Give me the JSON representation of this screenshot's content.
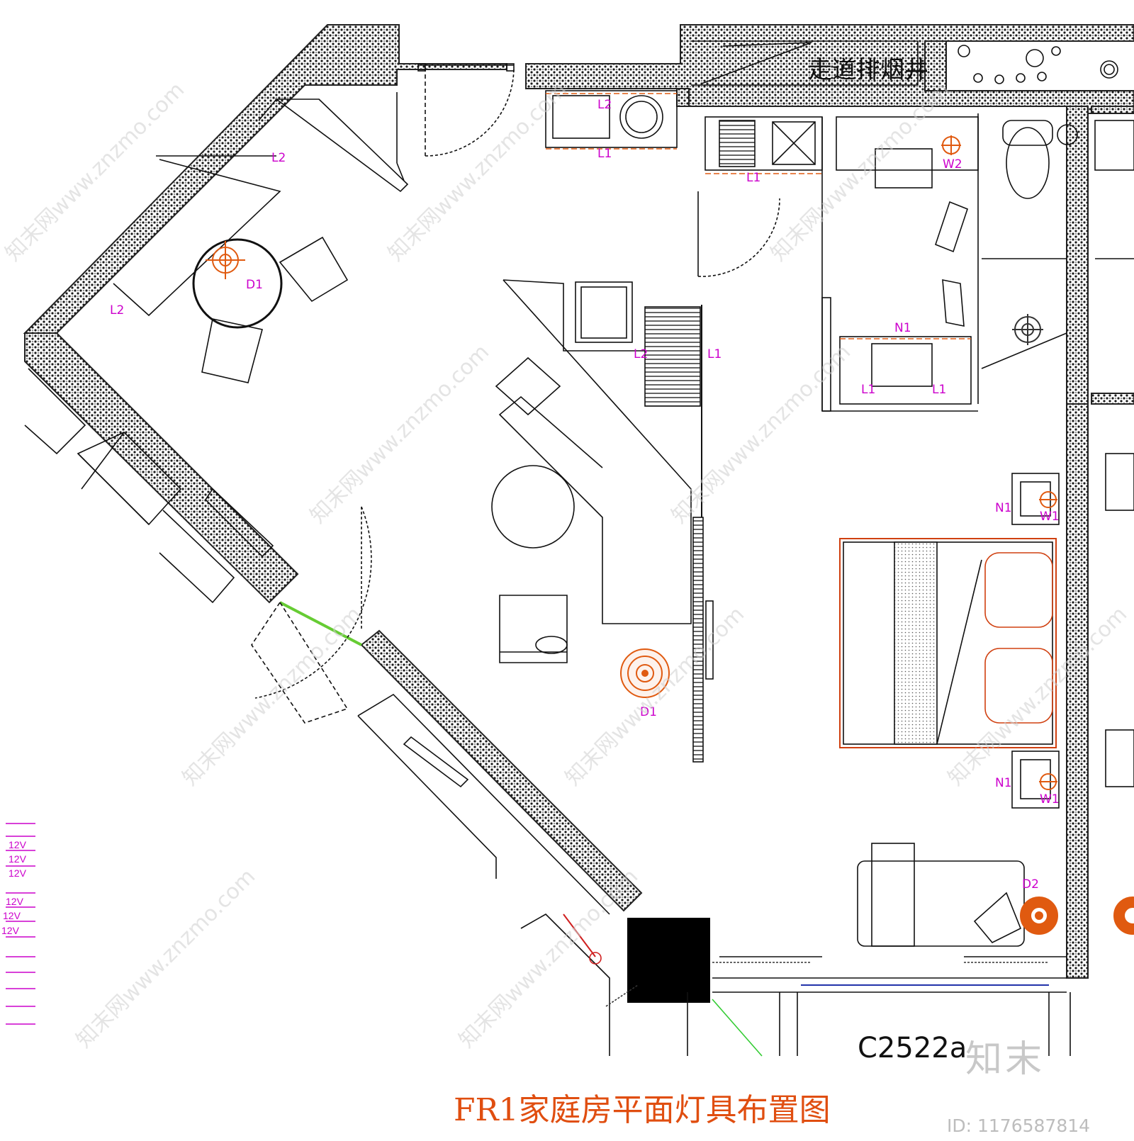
{
  "title": "FR1家庭房平面灯具布置图",
  "shaft_label": "走道排烟井",
  "window_code": "C2522a",
  "brand": "知末",
  "id_text": "ID: 1176587814",
  "watermark": "知末网www.znzmo.com",
  "voltage_label": "12V",
  "fixtures": {
    "L1": "L1",
    "L2": "L2",
    "D1": "D1",
    "D2": "D2",
    "W1": "W1",
    "W2": "W2",
    "N1": "N1"
  },
  "colors": {
    "title": "#e04e10",
    "label": "#cc00cc",
    "lamp": "#e05a10",
    "wall": "#222222"
  }
}
